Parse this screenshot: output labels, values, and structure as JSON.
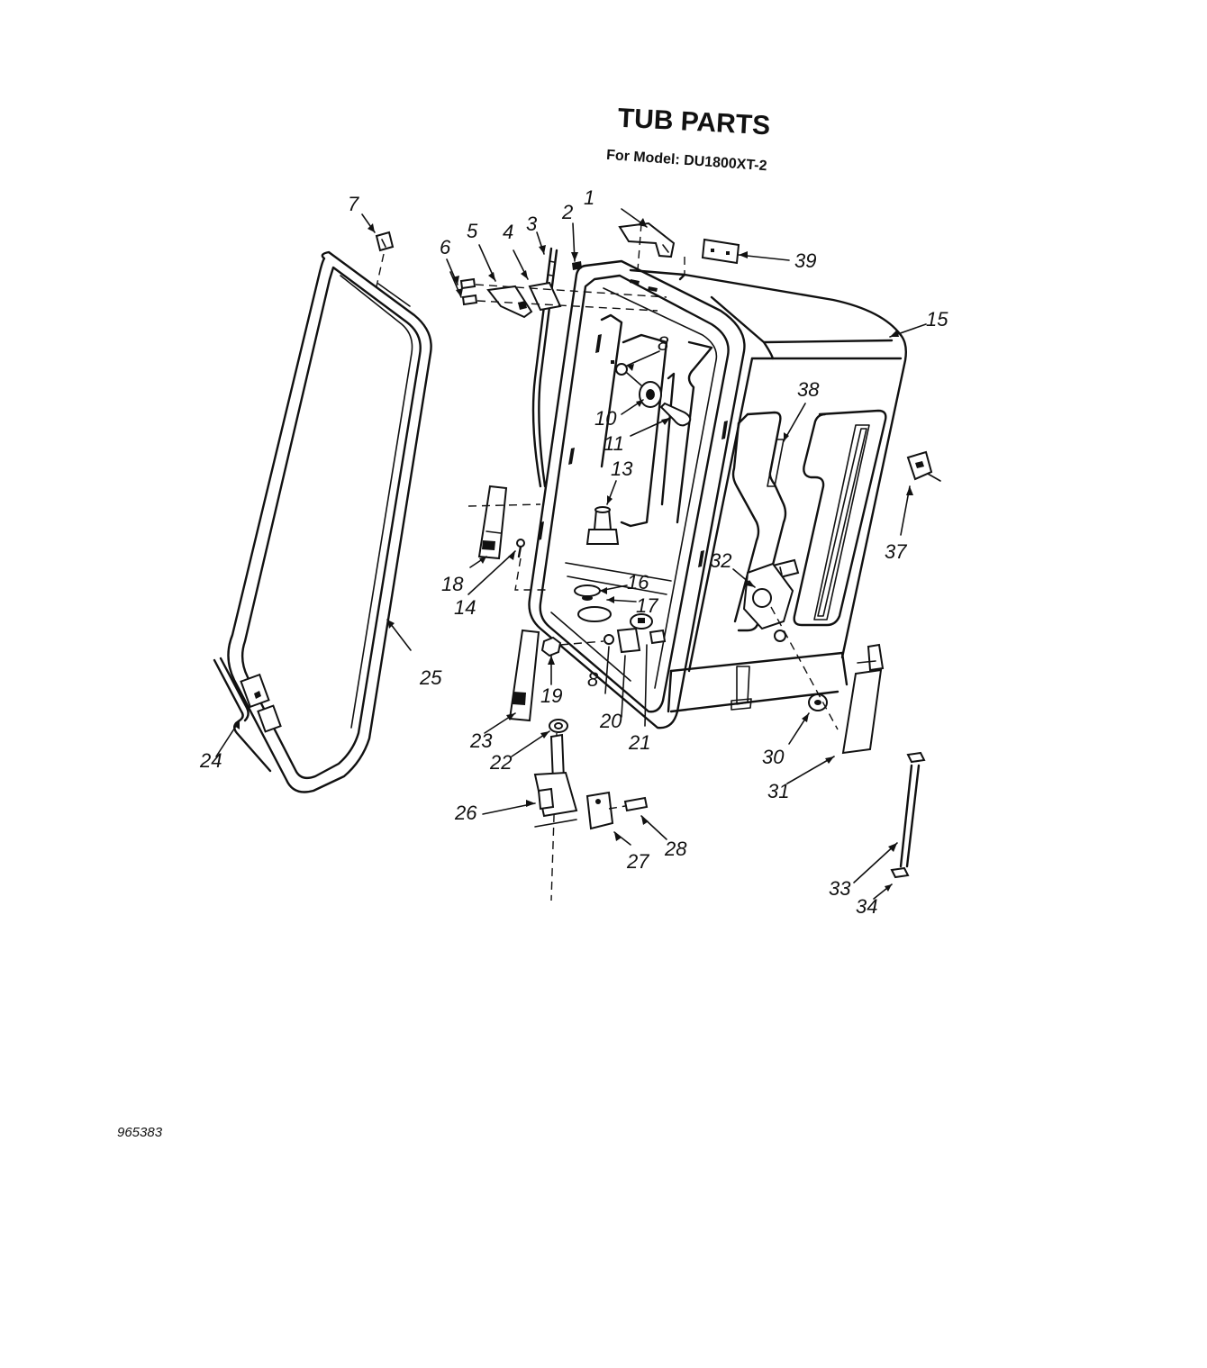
{
  "title": "TUB PARTS",
  "subtitle": "For Model: DU1800XT-2",
  "document_number": "965383",
  "callouts": {
    "c1": "1",
    "c2": "2",
    "c3": "3",
    "c4": "4",
    "c5": "5",
    "c6": "6",
    "c7": "7",
    "c8a": "8",
    "c8b": "8",
    "c10": "10",
    "c11": "11",
    "c13": "13",
    "c14": "14",
    "c15": "15",
    "c16": "16",
    "c17": "17",
    "c18": "18",
    "c19": "19",
    "c20": "20",
    "c21": "21",
    "c22": "22",
    "c23": "23",
    "c24": "24",
    "c25": "25",
    "c26": "26",
    "c27": "27",
    "c28": "28",
    "c30": "30",
    "c31": "31",
    "c32": "32",
    "c33": "33",
    "c34": "34",
    "c37": "37",
    "c38": "38",
    "c39": "39"
  }
}
